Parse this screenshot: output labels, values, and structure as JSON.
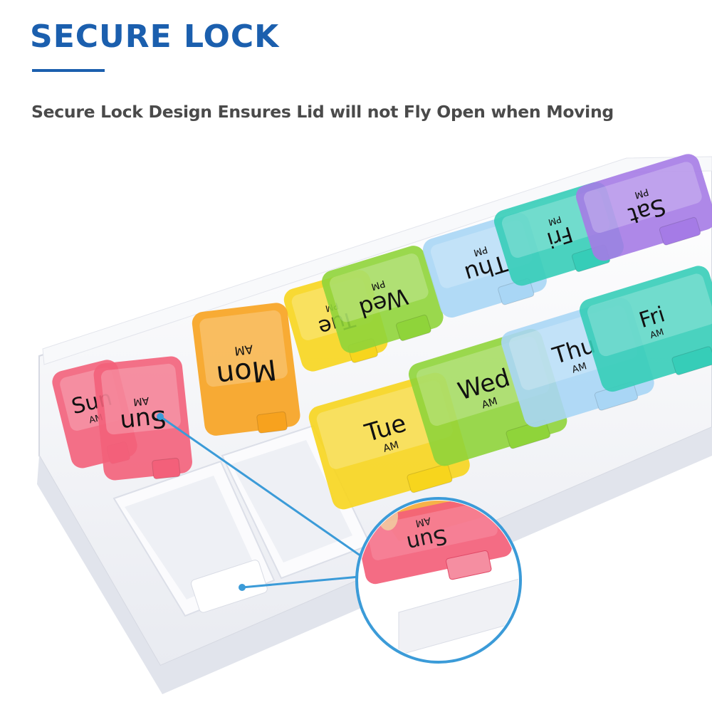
{
  "headline": "SECURE LOCK",
  "subheadline": "Secure Lock Design Ensures Lid will not Fly Open when Moving",
  "colors": {
    "headline": "#1b5fae",
    "subheadline": "#4a4a4a",
    "callout": "#3b9bd8",
    "sun": "#f3607a",
    "mon": "#f7a21e",
    "tue": "#f7d51d",
    "wed": "#8fd43a",
    "thu": "#a9d6f5",
    "fri": "#36cdb8",
    "sat": "#a57be6"
  },
  "lids_am": [
    {
      "day": "Sun",
      "period": "AM"
    },
    {
      "day": "Tue",
      "period": "AM"
    },
    {
      "day": "Wed",
      "period": "AM"
    },
    {
      "day": "Thu",
      "period": "AM"
    },
    {
      "day": "Fri",
      "period": "AM"
    }
  ],
  "lids_pm": [
    {
      "day": "Tue",
      "period": "PM"
    },
    {
      "day": "Wed",
      "period": "PM"
    },
    {
      "day": "Thu",
      "period": "PM"
    },
    {
      "day": "Fri",
      "period": "PM"
    },
    {
      "day": "Sat",
      "period": "PM"
    }
  ],
  "open_lids": [
    {
      "day": "Sun",
      "period": "AM"
    },
    {
      "day": "Mon",
      "period": "AM"
    }
  ],
  "detail_lid": {
    "day": "Sun",
    "period": "AM"
  }
}
